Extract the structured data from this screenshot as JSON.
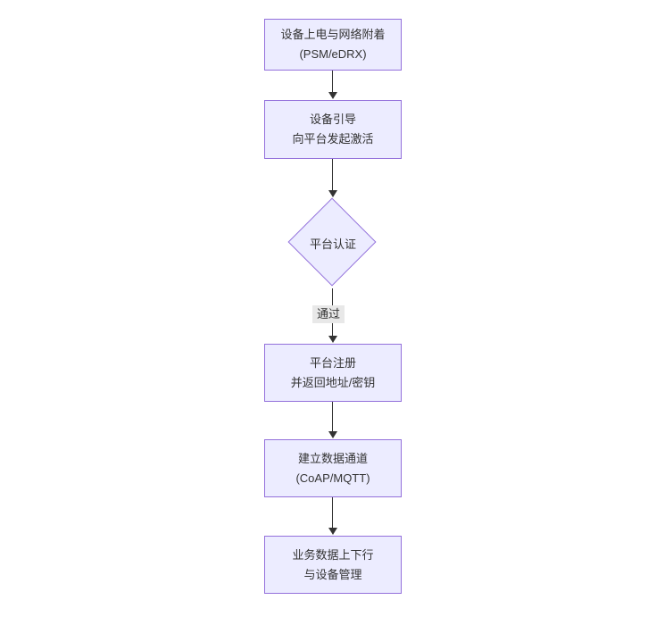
{
  "diagram": {
    "type": "flowchart",
    "direction": "top-down",
    "nodes": [
      {
        "id": "A",
        "shape": "rect",
        "line1": "设备上电与网络附着",
        "line2": "(PSM/eDRX)"
      },
      {
        "id": "B",
        "shape": "rect",
        "line1": "设备引导",
        "line2": "向平台发起激活"
      },
      {
        "id": "C",
        "shape": "diamond",
        "line1": "平台认证",
        "line2": ""
      },
      {
        "id": "D",
        "shape": "rect",
        "line1": "平台注册",
        "line2": "并返回地址/密钥"
      },
      {
        "id": "E",
        "shape": "rect",
        "line1": "建立数据通道",
        "line2": "(CoAP/MQTT)"
      },
      {
        "id": "F",
        "shape": "rect",
        "line1": "业务数据上下行",
        "line2": "与设备管理"
      }
    ],
    "edges": [
      {
        "from": "A",
        "to": "B",
        "label": ""
      },
      {
        "from": "B",
        "to": "C",
        "label": ""
      },
      {
        "from": "C",
        "to": "D",
        "label": "通过"
      },
      {
        "from": "D",
        "to": "E",
        "label": ""
      },
      {
        "from": "E",
        "to": "F",
        "label": ""
      }
    ],
    "colors": {
      "node_fill": "#ECECFF",
      "node_border": "#9370DB",
      "edge_line": "#333333",
      "edge_label_bg": "#e8e8e8",
      "text": "#333333"
    }
  }
}
